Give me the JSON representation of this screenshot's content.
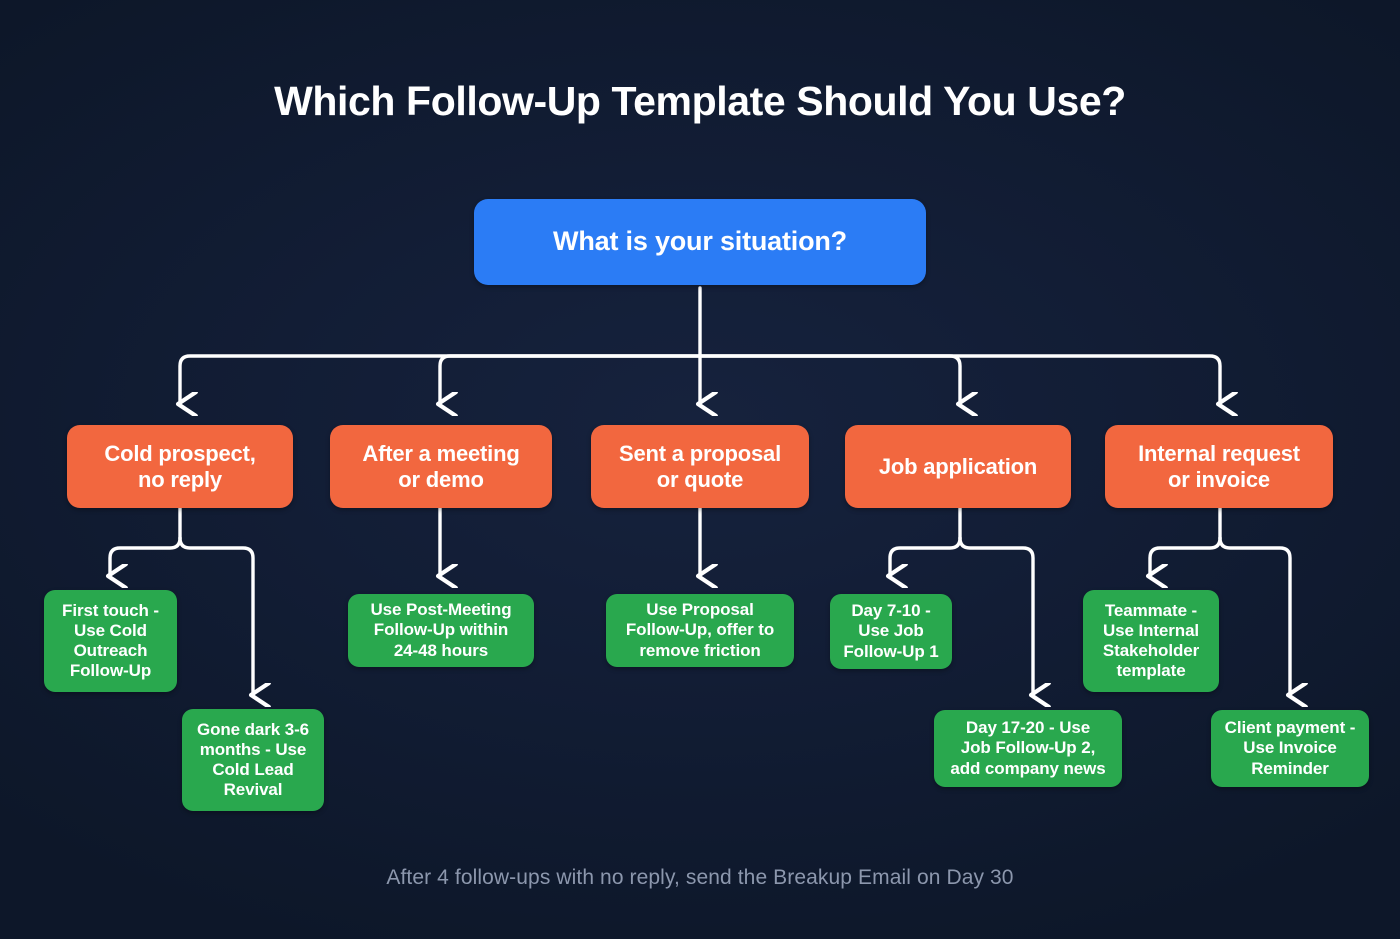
{
  "page": {
    "title": "Which Follow-Up Template Should You Use?",
    "footer_note": "After 4 follow-ups with no reply, send the Breakup Email on Day 30",
    "background_color": "#0e1930"
  },
  "palette": {
    "root": "#2b7cf5",
    "category": "#f2673f",
    "leaf": "#29a84e",
    "connector": "#ffffff",
    "title_text": "#ffffff",
    "footer_text": "#8c97ad"
  },
  "chart_data": {
    "type": "diagram",
    "title": "Which Follow-Up Template Should You Use?",
    "root": "What is your situation?",
    "branches": [
      {
        "situation": "Cold prospect,\nno reply",
        "outcomes": [
          "First touch -\nUse Cold\nOutreach\nFollow-Up",
          "Gone dark 3-6\nmonths - Use\nCold Lead\nRevival"
        ]
      },
      {
        "situation": "After a meeting\nor demo",
        "outcomes": [
          "Use Post-Meeting\nFollow-Up within\n24-48 hours"
        ]
      },
      {
        "situation": "Sent a proposal\nor quote",
        "outcomes": [
          "Use Proposal\nFollow-Up, offer to\nremove friction"
        ]
      },
      {
        "situation": "Job application",
        "outcomes": [
          "Day 7-10 -\nUse Job\nFollow-Up 1",
          "Day 17-20 - Use\nJob Follow-Up 2,\nadd company news"
        ]
      },
      {
        "situation": "Internal request\nor invoice",
        "outcomes": [
          "Teammate -\nUse Internal\nStakeholder\ntemplate",
          "Client payment -\nUse Invoice\nReminder"
        ]
      }
    ],
    "footer": "After 4 follow-ups with no reply, send the Breakup Email on Day 30"
  },
  "nodes": {
    "root": {
      "label": "What is your situation?"
    },
    "categories": [
      {
        "label": "Cold prospect,\nno reply"
      },
      {
        "label": "After a meeting\nor demo"
      },
      {
        "label": "Sent a proposal\nor quote"
      },
      {
        "label": "Job application"
      },
      {
        "label": "Internal request\nor invoice"
      }
    ],
    "leaves": [
      {
        "label": "First touch -\nUse Cold\nOutreach\nFollow-Up"
      },
      {
        "label": "Gone dark 3-6\nmonths - Use\nCold Lead\nRevival"
      },
      {
        "label": "Use Post-Meeting\nFollow-Up within\n24-48 hours"
      },
      {
        "label": "Use Proposal\nFollow-Up, offer to\nremove friction"
      },
      {
        "label": "Day 7-10 -\nUse Job\nFollow-Up 1"
      },
      {
        "label": "Day 17-20 - Use\nJob Follow-Up 2,\nadd company news"
      },
      {
        "label": "Teammate -\nUse Internal\nStakeholder\ntemplate"
      },
      {
        "label": "Client payment -\nUse Invoice\nReminder"
      }
    ]
  }
}
